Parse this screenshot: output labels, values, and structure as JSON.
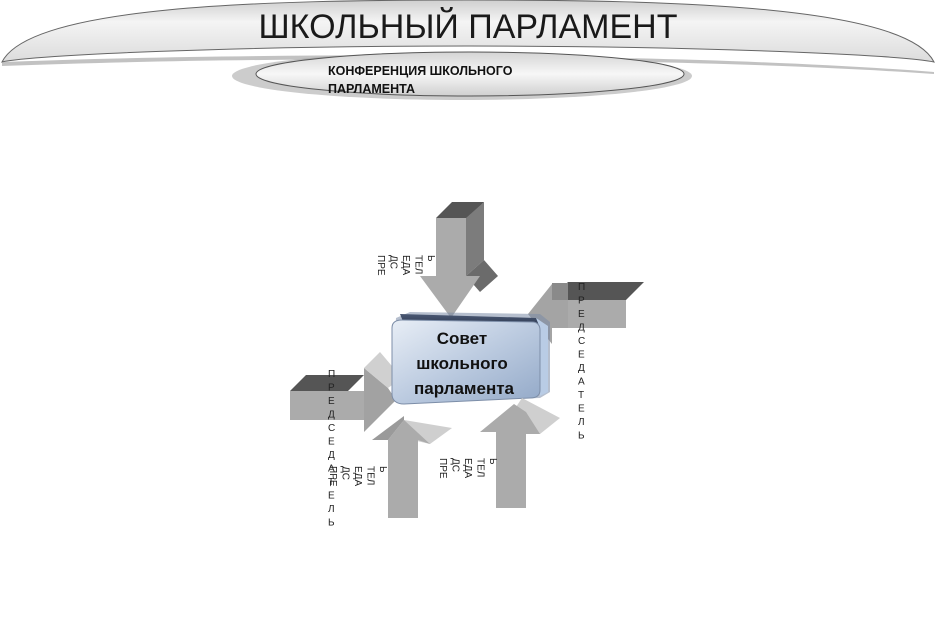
{
  "title": "ШКОЛЬНЫЙ ПАРЛАМЕНТ",
  "subtitle": "КОНФЕРЕНЦИЯ ШКОЛЬНОГО ПАРЛАМЕНТА",
  "center": {
    "lines": [
      "Совет",
      "школьного",
      "парламента"
    ]
  },
  "arrows": [
    {
      "id": "top",
      "label_lines": [
        "ПРЕ",
        "ДС",
        "ЕДА",
        "ТЕЛ",
        "Ь"
      ]
    },
    {
      "id": "right",
      "label_lines": [
        "П",
        "Р",
        "Е",
        "Д",
        "С",
        "Е",
        "Д",
        "А",
        "Т",
        "Е",
        "Л",
        "Ь"
      ]
    },
    {
      "id": "left",
      "label_lines": [
        "П",
        "Р",
        "Е",
        "Д",
        "С",
        "Е",
        "Д",
        "А",
        "Т",
        "Е",
        "Л",
        "Ь"
      ]
    },
    {
      "id": "bottom-left",
      "label_lines": [
        "ПРЕ",
        "ДС",
        "ЕДА",
        "ТЕЛ",
        "Ь"
      ]
    },
    {
      "id": "bottom-right",
      "label_lines": [
        "ПРЕ",
        "ДС",
        "ЕДА",
        "ТЕЛ",
        "Ь"
      ]
    }
  ]
}
